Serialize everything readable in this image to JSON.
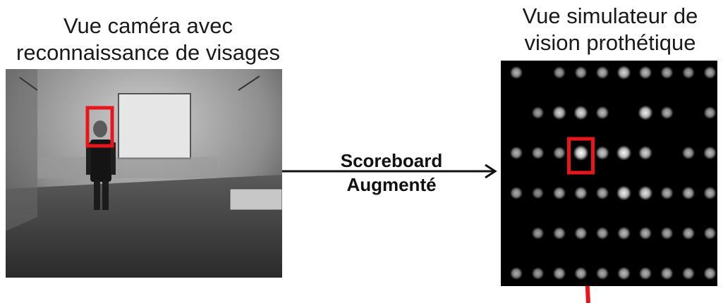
{
  "left_caption": {
    "line1": "Vue caméra avec",
    "line2": "reconnaissance de visages"
  },
  "right_caption": {
    "line1": "Vue simulateur de",
    "line2": "vision prothétique"
  },
  "arrow_label": {
    "line1": "Scoreboard",
    "line2": "Augmenté"
  },
  "colors": {
    "highlight": "#e8161b",
    "text": "#1a1a1a",
    "arrow": "#111111"
  },
  "phosphene_grid": {
    "rows": 6,
    "cols": 10,
    "brightness": [
      [
        0.55,
        0.0,
        0.45,
        0.5,
        0.55,
        0.75,
        0.6,
        0.5,
        0.45,
        0.5
      ],
      [
        0.0,
        0.45,
        0.75,
        0.8,
        0.6,
        0.0,
        0.9,
        0.55,
        0.0,
        0.5
      ],
      [
        0.55,
        0.5,
        0.5,
        1.0,
        0.7,
        0.95,
        0.75,
        0.0,
        0.55,
        0.6
      ],
      [
        0.5,
        0.35,
        0.55,
        0.6,
        0.55,
        0.9,
        0.85,
        0.55,
        0.6,
        0.55
      ],
      [
        0.0,
        0.45,
        0.5,
        0.55,
        0.5,
        0.6,
        0.55,
        0.5,
        0.55,
        0.5
      ],
      [
        0.5,
        0.45,
        0.55,
        0.55,
        0.5,
        0.6,
        0.55,
        0.55,
        0.5,
        0.55
      ]
    ],
    "highlighted_cell": {
      "row": 2,
      "col": 3
    }
  }
}
